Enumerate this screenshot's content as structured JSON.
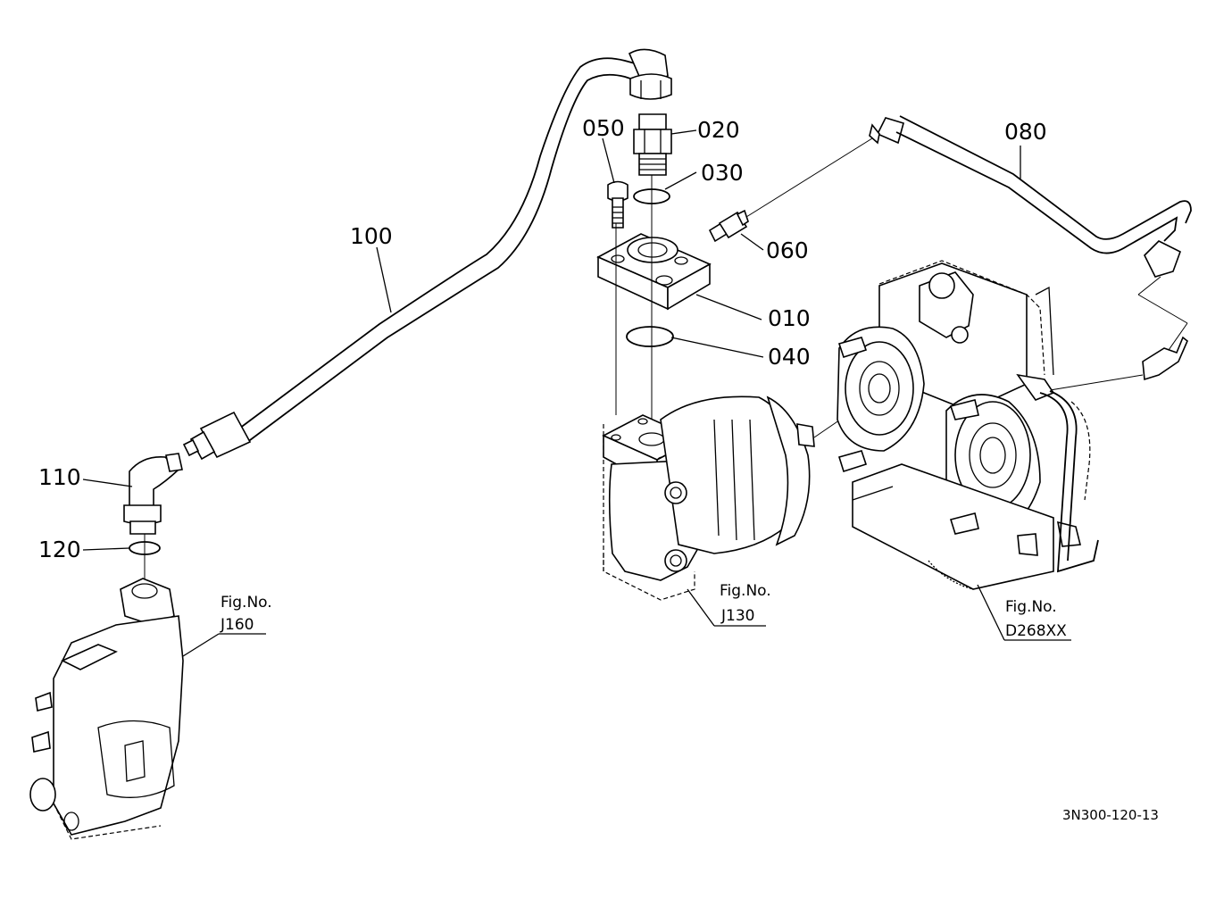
{
  "callouts": {
    "p010": "010",
    "p020": "020",
    "p030": "030",
    "p040": "040",
    "p050": "050",
    "p060": "060",
    "p080": "080",
    "p100": "100",
    "p110": "110",
    "p120": "120"
  },
  "references": {
    "j160": {
      "prefix": "Fig.No.",
      "code": "J160"
    },
    "j130": {
      "prefix": "Fig.No.",
      "code": "J130"
    },
    "d268": {
      "prefix": "Fig.No.",
      "code": "D268XX"
    }
  },
  "drawing_number": "3N300-120-13"
}
